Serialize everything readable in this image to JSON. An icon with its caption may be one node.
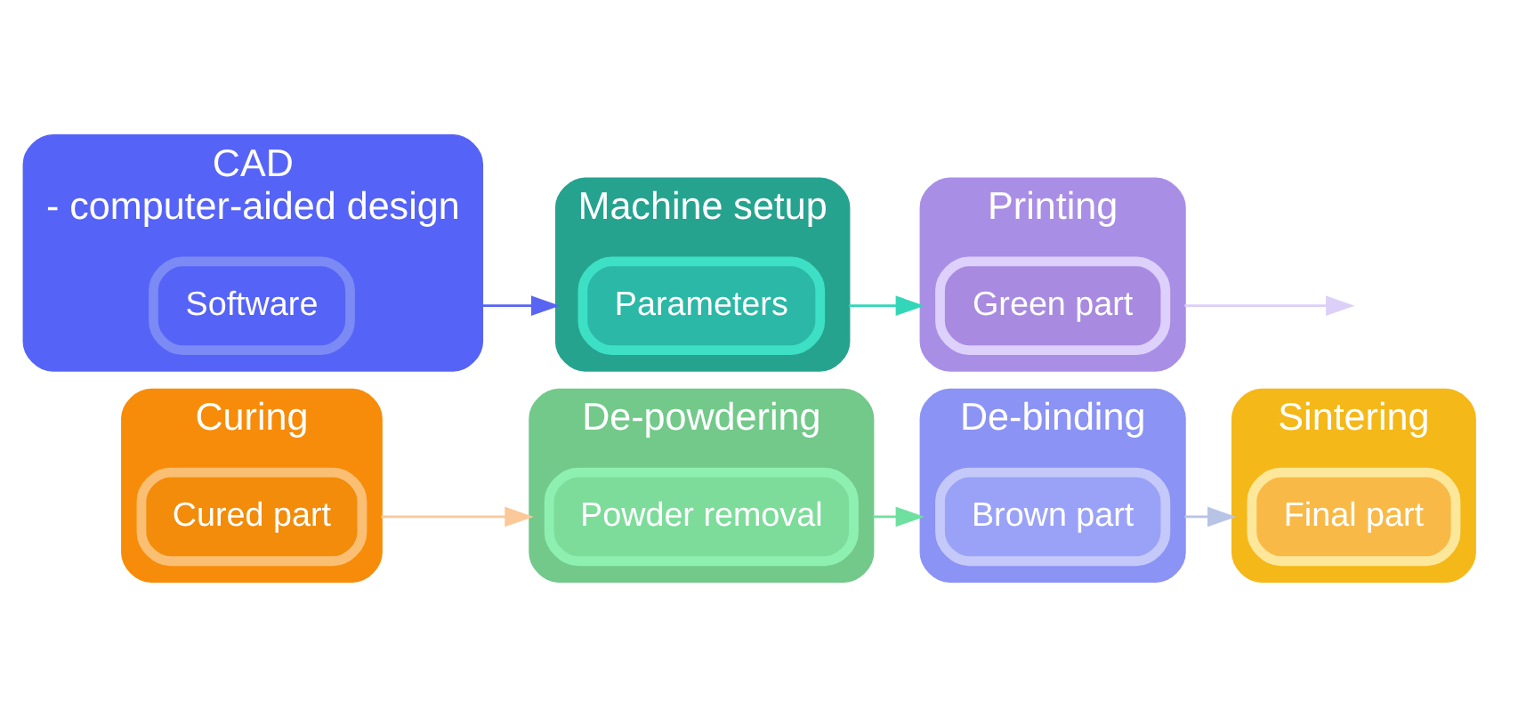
{
  "diagram": {
    "nodes": [
      {
        "text": [
          "CAD",
          "- computer-aided design"
        ]
      },
      {
        "text": [
          "Software"
        ],
        "in": 0
      },
      {
        "text": [
          "Machine setup"
        ]
      },
      {
        "text": [
          "Parameters"
        ],
        "in": 2
      },
      {
        "text": [
          "Printing"
        ]
      },
      {
        "text": [
          "Green part"
        ],
        "in": 4
      },
      {
        "text": [
          "Curing"
        ]
      },
      {
        "text": [
          "Cured part"
        ],
        "in": 6
      },
      {
        "text": [
          "De-powdering"
        ]
      },
      {
        "text": [
          "Powder removal"
        ],
        "in": 8
      },
      {
        "text": [
          "De-binding"
        ]
      },
      {
        "text": [
          "Brown part"
        ],
        "in": 10
      },
      {
        "text": [
          "Sintering"
        ]
      },
      {
        "text": [
          "Final part"
        ],
        "in": 12
      }
    ],
    "edges": [
      {
        "from": 0,
        "to": 2,
        "arrow": "to",
        "color": "#5865f2"
      },
      {
        "from": 2,
        "to": 4,
        "arrow": "to",
        "color": "#33d6b8"
      },
      {
        "from": 4,
        "to": null,
        "arrow": "to",
        "color": "#ddd0f8"
      },
      {
        "from": 6,
        "to": 8,
        "arrow": "to",
        "color": "#fbc89a"
      },
      {
        "from": 8,
        "to": 10,
        "arrow": "to",
        "color": "#6ee0a0"
      },
      {
        "from": 10,
        "to": 12,
        "arrow": "to",
        "color": "#b8c4e6"
      }
    ]
  }
}
